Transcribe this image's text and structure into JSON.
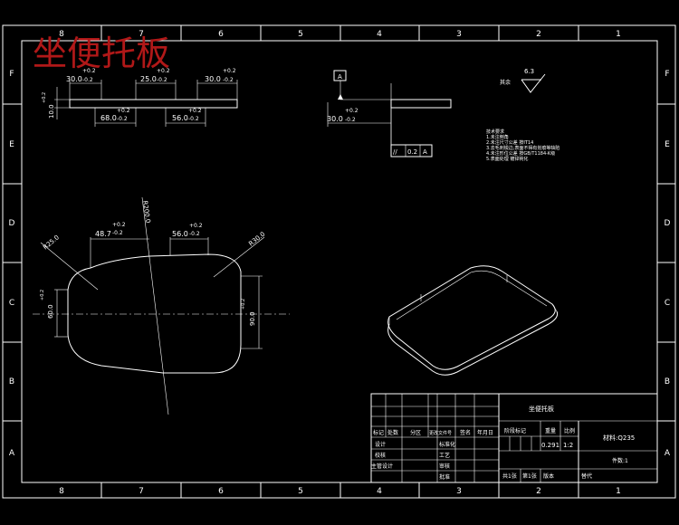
{
  "title": "坐便托板",
  "zones": {
    "columns": [
      "8",
      "7",
      "6",
      "5",
      "4",
      "3",
      "2",
      "1"
    ],
    "rows": [
      "F",
      "E",
      "D",
      "C",
      "B",
      "A"
    ]
  },
  "top_view": {
    "dim1": "30.0",
    "dim1_tol": [
      "+0.2",
      "-0.2"
    ],
    "dim2": "25.0",
    "dim2_tol": [
      "+0.2",
      "-0.2"
    ],
    "dim3": "30.0",
    "dim3_tol": [
      "+0.2",
      "-0.2"
    ],
    "dim4": "68.0",
    "dim4_tol": [
      "+0.2",
      "-0.2"
    ],
    "dim5": "56.0",
    "dim5_tol": [
      "+0.2",
      "-0.2"
    ],
    "thickness": "10.0",
    "thickness_tol": [
      "+0.2",
      "-0.2"
    ]
  },
  "side_view": {
    "datum": "A",
    "dim": "30.0",
    "dim_tol": [
      "+0.2",
      "-0.2"
    ],
    "tolerance_frame": [
      "//",
      "0.2",
      "A"
    ]
  },
  "roughness": {
    "label": "其余",
    "value": "6.3"
  },
  "tech_notes": {
    "heading": "技术要求",
    "lines": [
      "1.未注倒角",
      "2.未注尺寸公差 按IT14",
      "3.去毛刺锐边,表面不得有划痕等缺陷",
      "4.未注形位公差 按GB/T1184-K级",
      "5.表面处理 镀锌钝化"
    ]
  },
  "front_view": {
    "r_left": "R25.0",
    "r_top": "R200.0",
    "r_right": "R30.0",
    "dim_a": "48.7",
    "dim_a_tol": [
      "+0.2",
      "-0.2"
    ],
    "dim_b": "56.0",
    "dim_b_tol": [
      "+0.2",
      "-0.2"
    ],
    "dim_c": "60.0",
    "dim_c_tol": [
      "+0.2",
      "-0.2"
    ],
    "dim_d": "90.0",
    "dim_d_tol": [
      "+0.2",
      "-0.2"
    ]
  },
  "title_block": {
    "part_name": "坐便托板",
    "material": "材料:Q235",
    "mark_labels": [
      "标记",
      "处数",
      "分区",
      "更改文件号",
      "签名",
      "年月日"
    ],
    "role_labels": [
      "设计",
      "校核",
      "主管设计"
    ],
    "std_labels": [
      "标准化",
      "工艺",
      "审核",
      "批准"
    ],
    "stage_header": [
      "阶段标记",
      "重量",
      "比例"
    ],
    "weight": "0.291",
    "scale": "1:2",
    "sheets_total": "共1张",
    "sheet_no": "第1张",
    "version": "版本",
    "replace": "替代",
    "pieces": "件数:1"
  }
}
